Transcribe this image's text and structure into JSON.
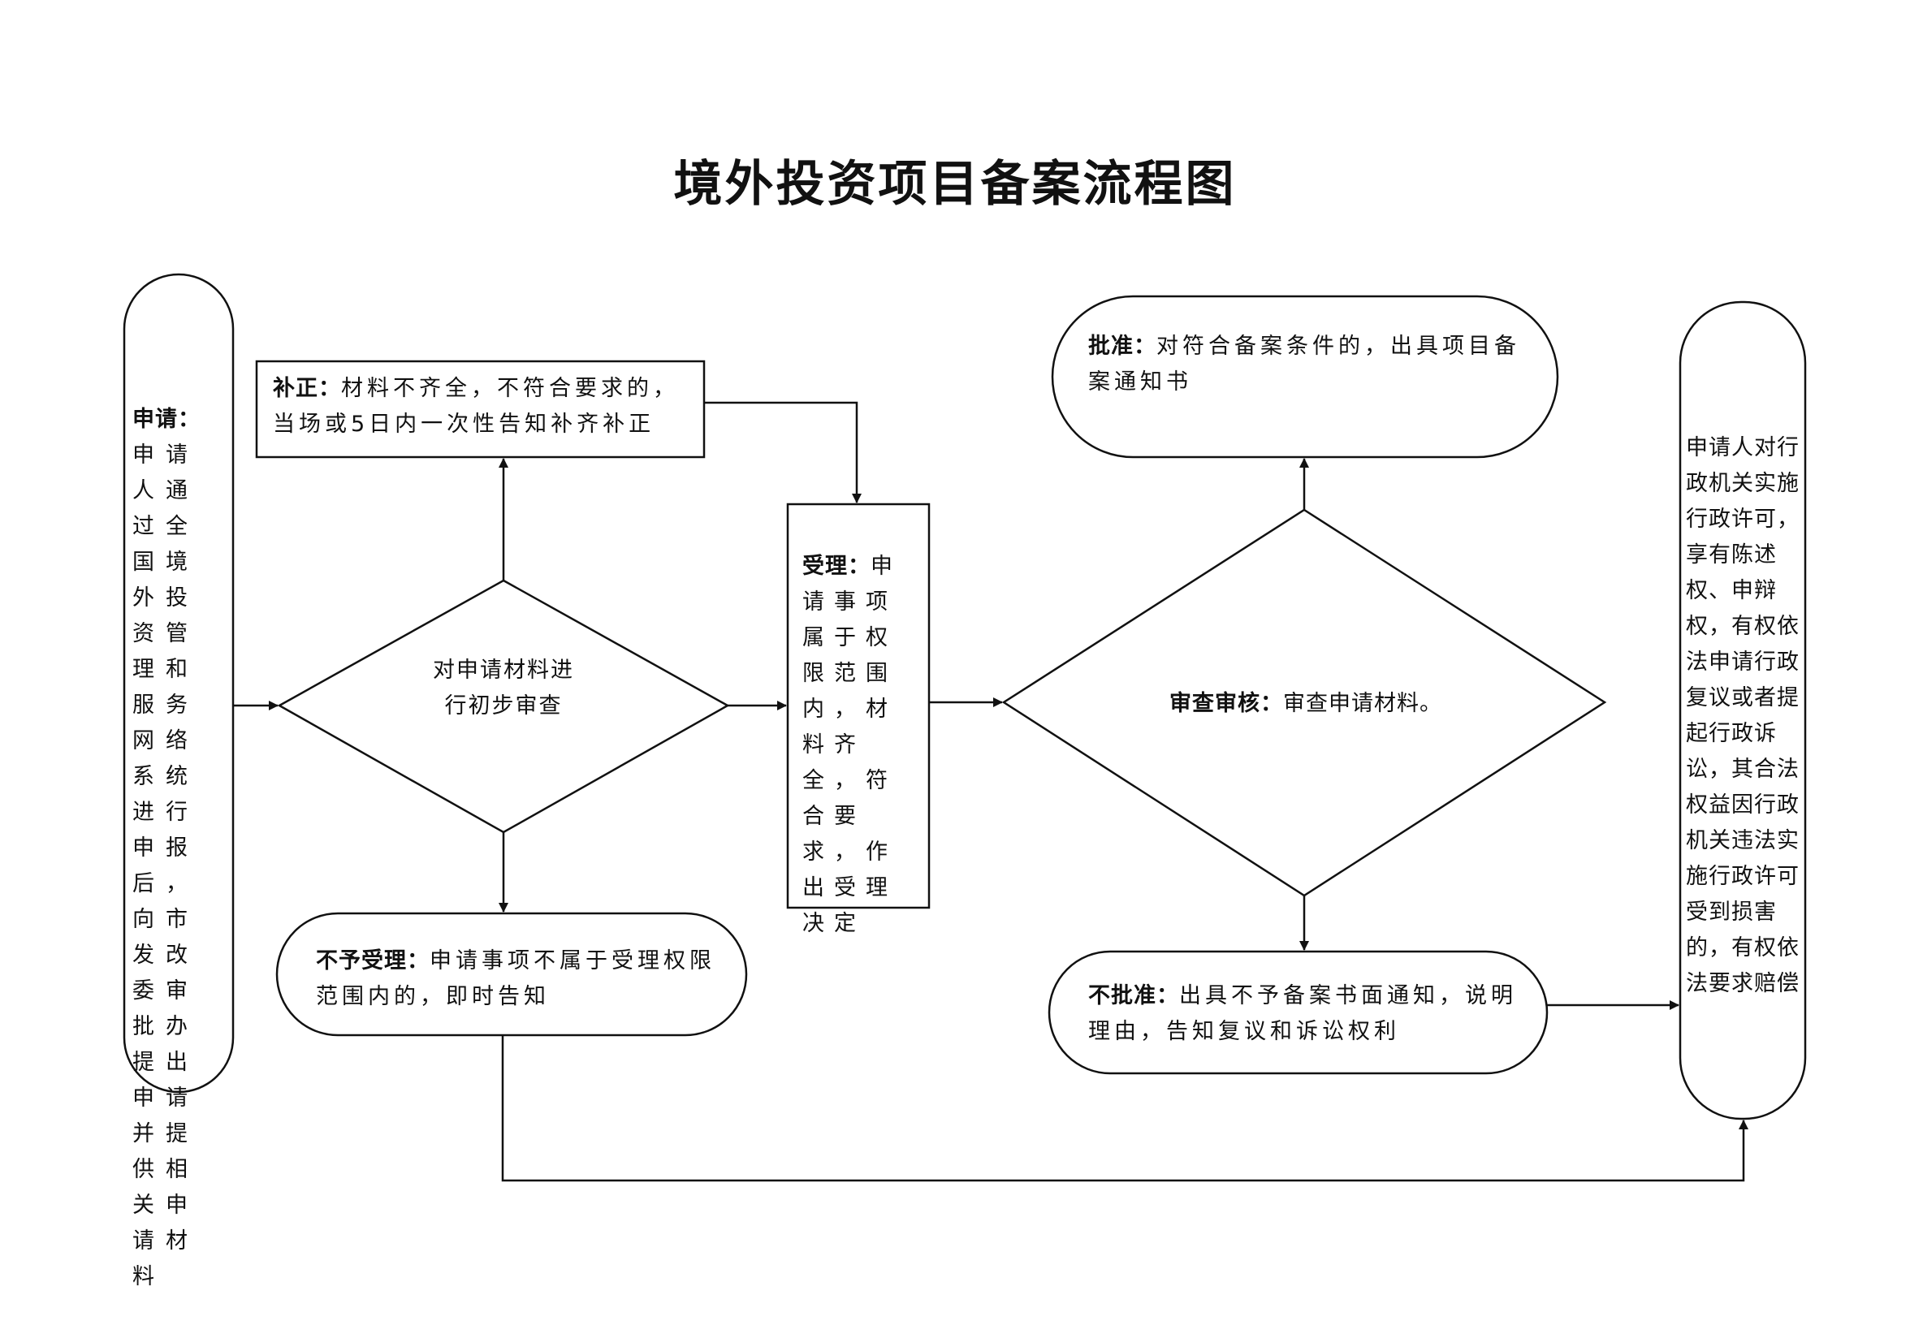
{
  "title": "境外投资项目备案流程图",
  "nodes": {
    "apply": {
      "label": "申请：",
      "text": "申请人通过全国境外投资管理和服务网络系统进行申报后，向市发改委审批办提出申请并提供相关申请材料"
    },
    "preliminary_review": {
      "text": "对申请材料进行初步审查"
    },
    "correction": {
      "label": "补正：",
      "text": "材料不齐全，不符合要求的，当场或5日内一次性告知补齐补正"
    },
    "rejection": {
      "label": "不予受理：",
      "text": "申请事项不属于受理权限范围内的，即时告知"
    },
    "acceptance": {
      "label": "受理：",
      "text": "申请事项属于权限范围内，材料齐全，符合要求，作出受理决定"
    },
    "examination": {
      "label": "审查审核：",
      "text": "审查申请材料。"
    },
    "approval": {
      "label": "批准：",
      "text": "对符合备案条件的，出具项目备案通知书"
    },
    "disapproval": {
      "label": "不批准：",
      "text": "出具不予备案书面通知，说明理由，告知复议和诉讼权利"
    },
    "rights": {
      "text": "申请人对行政机关实施行政许可，享有陈述权、申辩权，有权依法申请行政复议或者提起行政诉讼，其合法权益因行政机关违法实施行政许可受到损害的，有权依法要求赔偿"
    }
  }
}
